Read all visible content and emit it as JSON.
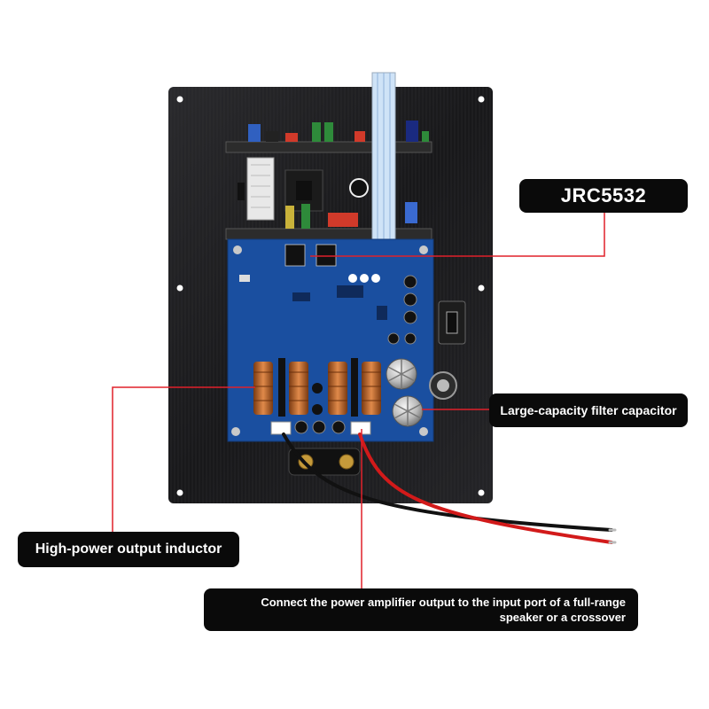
{
  "callouts": {
    "chip": "JRC5532",
    "capacitor": "Large-capacity filter capacitor",
    "inductor": "High-power output inductor",
    "output_line1": "Connect the power amplifier output to the input port of a full-range",
    "output_line2": "speaker or a crossover"
  },
  "colors": {
    "plate": "#1b1b1d",
    "pcb": "#1a4fa0",
    "callout_bg": "#0a0a0a",
    "leader_line": "#e0202a",
    "wire_red": "#d21a1a",
    "wire_black": "#111111"
  }
}
